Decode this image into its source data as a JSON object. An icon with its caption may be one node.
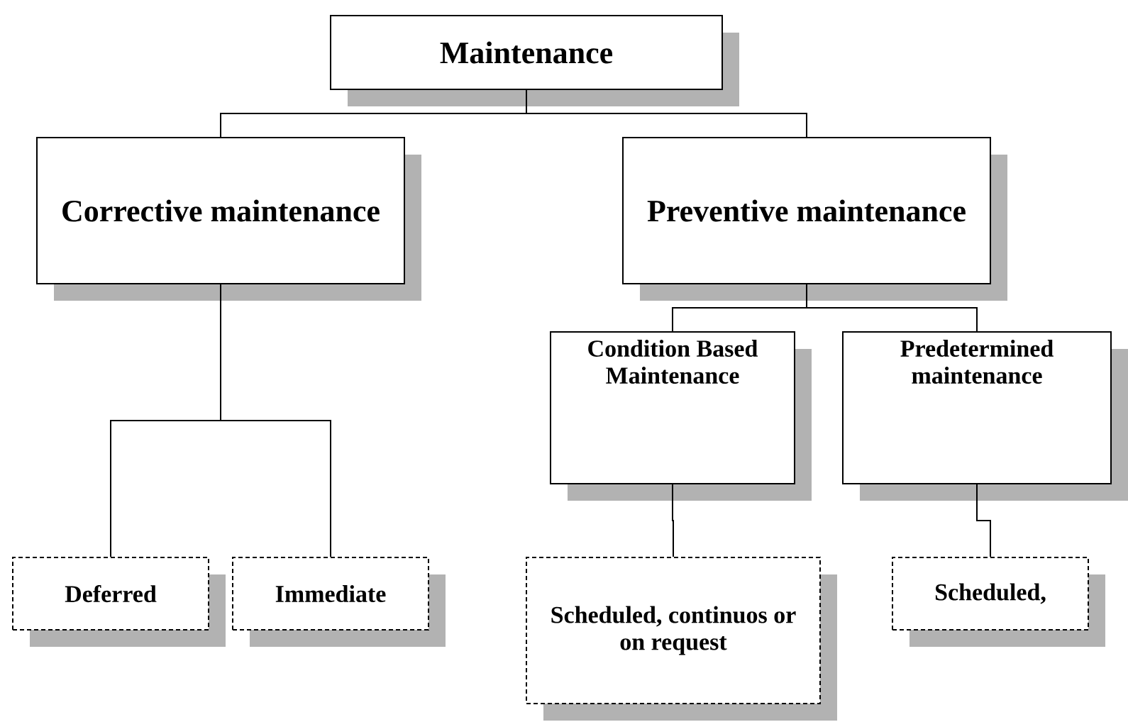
{
  "diagram": {
    "nodes": [
      {
        "text": [
          "Maintenance"
        ]
      },
      {
        "text": [
          "Corrective maintenance"
        ]
      },
      {
        "text": [
          "Preventive maintenance"
        ]
      },
      {
        "text": [
          "Condition Based Maintenance"
        ]
      },
      {
        "text": [
          "Predetermined maintenance"
        ]
      },
      {
        "text": [
          "Deferred"
        ]
      },
      {
        "text": [
          "Immediate"
        ]
      },
      {
        "text": [
          "Scheduled, continuos or on request"
        ]
      },
      {
        "text": [
          "Scheduled,"
        ]
      }
    ],
    "edges": [
      {
        "from": 0,
        "to": 1,
        "arrow": "none"
      },
      {
        "from": 0,
        "to": 2,
        "arrow": "none"
      },
      {
        "from": 1,
        "to": 5,
        "arrow": "none"
      },
      {
        "from": 1,
        "to": 6,
        "arrow": "none"
      },
      {
        "from": 2,
        "to": 3,
        "arrow": "none"
      },
      {
        "from": 2,
        "to": 4,
        "arrow": "none"
      },
      {
        "from": 3,
        "to": 7,
        "arrow": "none"
      },
      {
        "from": 4,
        "to": 8,
        "arrow": "none"
      }
    ]
  }
}
